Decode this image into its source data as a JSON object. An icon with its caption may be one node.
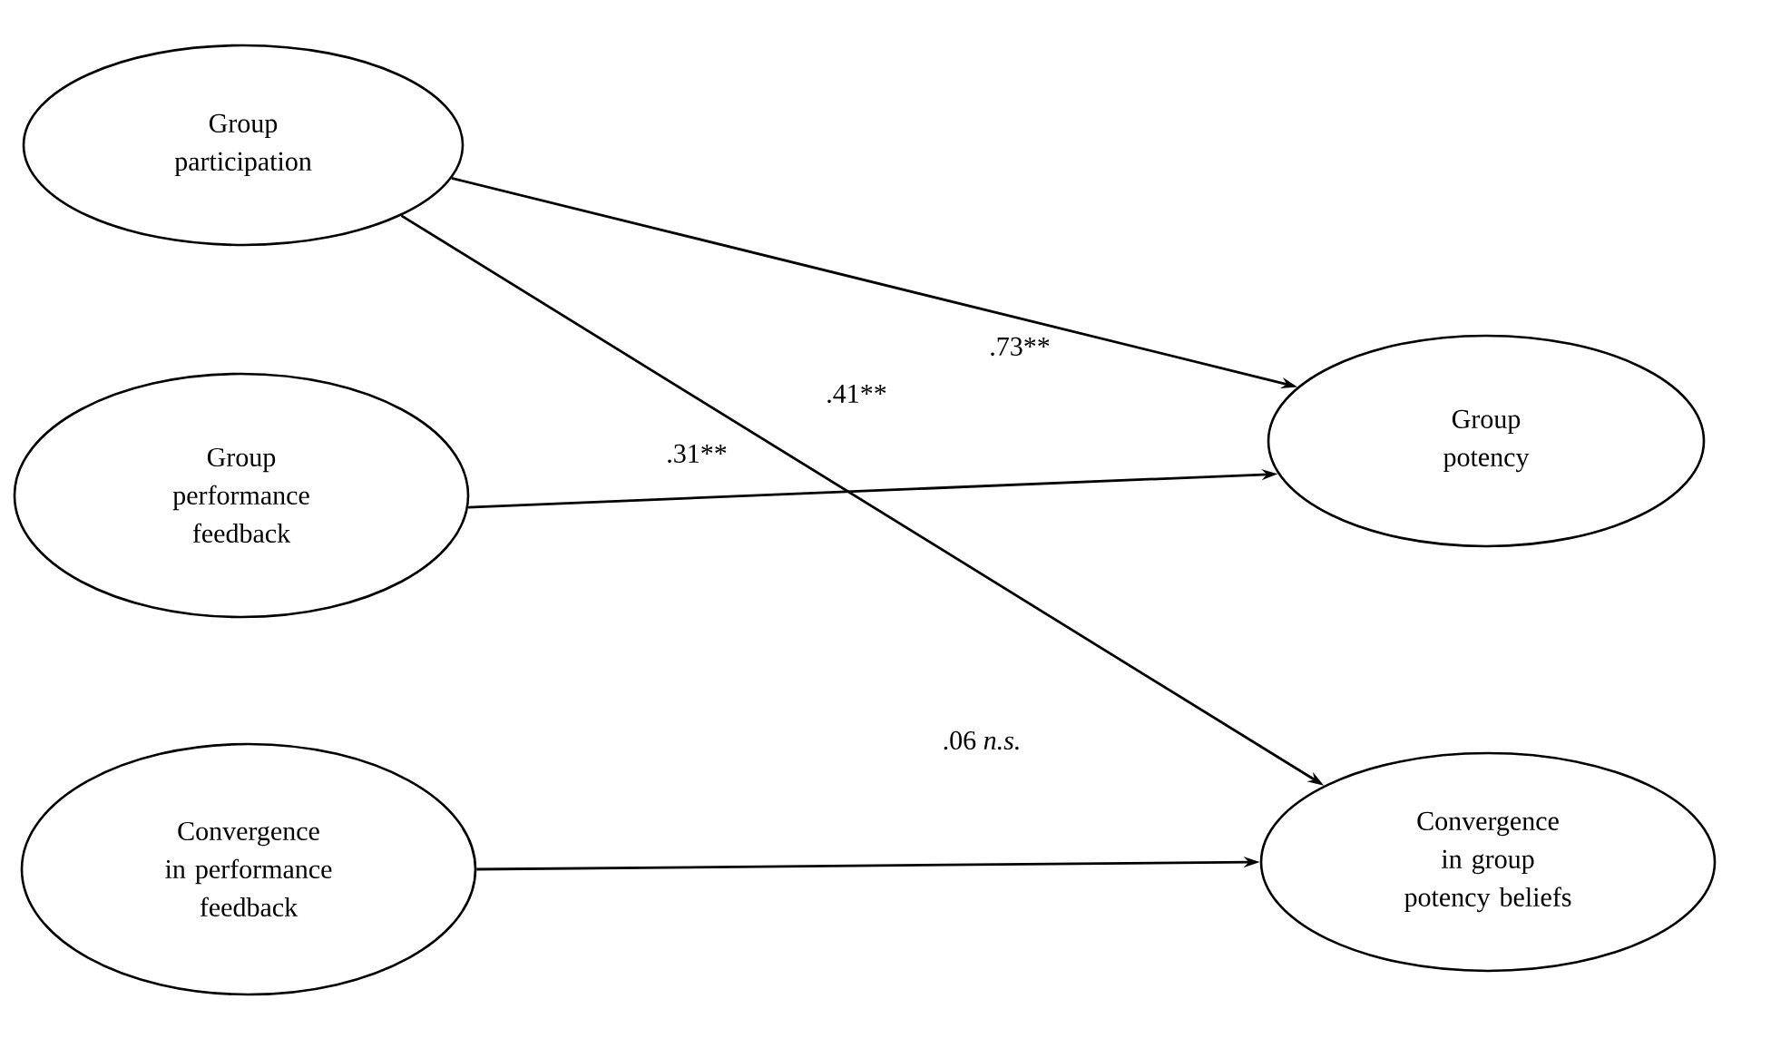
{
  "diagram": {
    "nodes": [
      {
        "text": [
          "Group participation"
        ]
      },
      {
        "text": [
          "Group performance feedback"
        ]
      },
      {
        "text": [
          "Convergence in performance feedback"
        ]
      },
      {
        "text": [
          "Group potency"
        ]
      },
      {
        "text": [
          "Convergence in group potency beliefs"
        ]
      }
    ],
    "edges": [
      {
        "from": 0,
        "to": 3,
        "arrow": "to",
        "label": ".73**"
      },
      {
        "from": 0,
        "to": 4,
        "arrow": "to",
        "label": ".41**"
      },
      {
        "from": 1,
        "to": 3,
        "arrow": "to",
        "label": ".31**"
      },
      {
        "from": 2,
        "to": 4,
        "arrow": "to",
        "label": ".06 *n.s.*"
      }
    ]
  }
}
